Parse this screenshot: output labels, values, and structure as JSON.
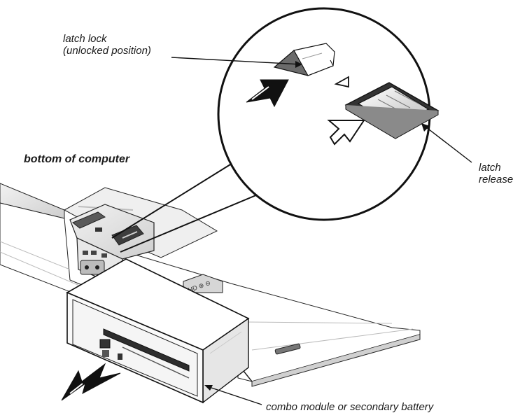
{
  "labels": {
    "latch_lock_line1": "latch lock",
    "latch_lock_line2": "(unlocked position)",
    "bottom_of_computer": "bottom of computer",
    "latch_release_line1": "latch",
    "latch_release_line2": "release",
    "combo_module": "combo module or secondary battery"
  },
  "colors": {
    "ink": "#111111",
    "paper": "#ffffff",
    "shade_light": "#d9d9d9",
    "shade_mid": "#a8a8a8",
    "shade_dark": "#3a3a3a"
  },
  "icons": [
    "arrow-icon",
    "triangle-marker-icon"
  ]
}
